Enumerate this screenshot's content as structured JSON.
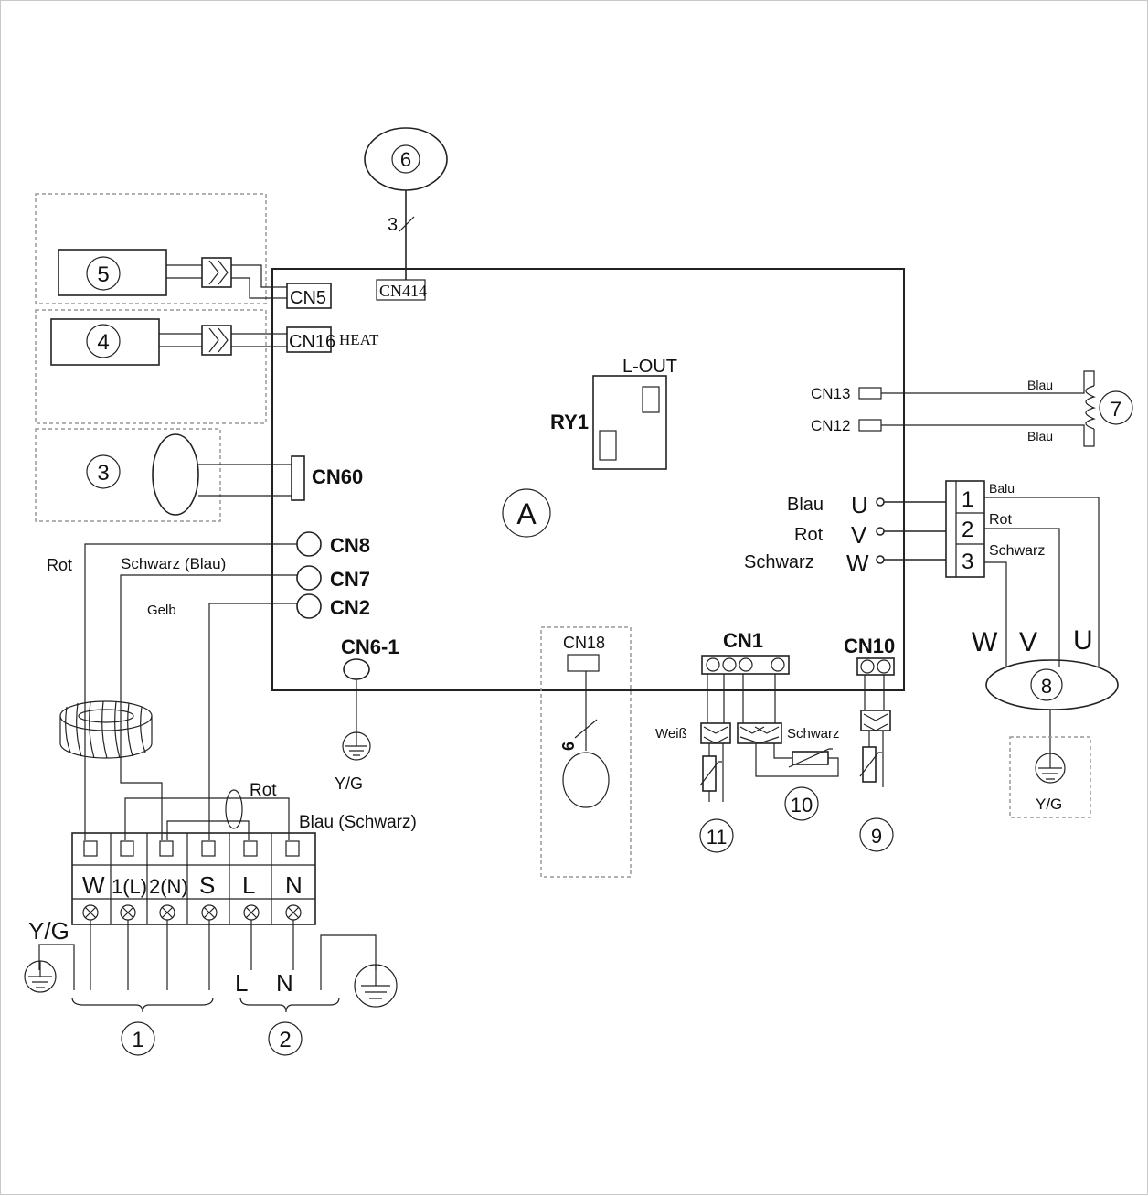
{
  "board": {
    "label": "A"
  },
  "connectors": {
    "cn5": "CN5",
    "cn16": "CN16",
    "heat": "HEAT",
    "cn414": "CN414",
    "cn60": "CN60",
    "cn8": "CN8",
    "cn7": "CN7",
    "cn2": "CN2",
    "cn6_1": "CN6-1",
    "cn18": "CN18",
    "cn1": "CN1",
    "cn10": "CN10",
    "cn13": "CN13",
    "cn12": "CN12",
    "ry1": "RY1",
    "l_out": "L-OUT"
  },
  "components": {
    "c1": "1",
    "c2": "2",
    "c3": "3",
    "c4": "4",
    "c5": "5",
    "c6": "6",
    "c7": "7",
    "c8": "8",
    "c9": "9",
    "c10": "10",
    "c11": "11"
  },
  "wire_counts": {
    "cn414": "3",
    "cn18": "6"
  },
  "wire_colors": {
    "rot": "Rot",
    "schwarz_blau": "Schwarz (Blau)",
    "gelb": "Gelb",
    "rot_2": "Rot",
    "blau_schwarz": "Blau (Schwarz)",
    "blau_u": "Blau",
    "rot_v": "Rot",
    "schwarz_w": "Schwarz",
    "blau_cn13": "Blau",
    "blau_cn12": "Blau",
    "balu": "Balu",
    "rot_term": "Rot",
    "schwarz_term": "Schwarz",
    "weiss": "Weiß",
    "schwarz_cn1": "Schwarz"
  },
  "motor_phases": {
    "u": "U",
    "v": "V",
    "w": "W",
    "p1": "1",
    "p2": "2",
    "p3": "3",
    "bottom_w": "W",
    "bottom_v": "V",
    "bottom_u": "U"
  },
  "terminal_block": {
    "terminals": [
      "W",
      "1(L)",
      "2(N)",
      "S",
      "L",
      "N"
    ]
  },
  "supply": {
    "l": "L",
    "n": "N"
  },
  "ground": {
    "yg_left": "Y/G",
    "yg_board": "Y/G",
    "yg_motor": "Y/G"
  },
  "colors": {
    "line": "#222222",
    "dashed": "#999999"
  }
}
